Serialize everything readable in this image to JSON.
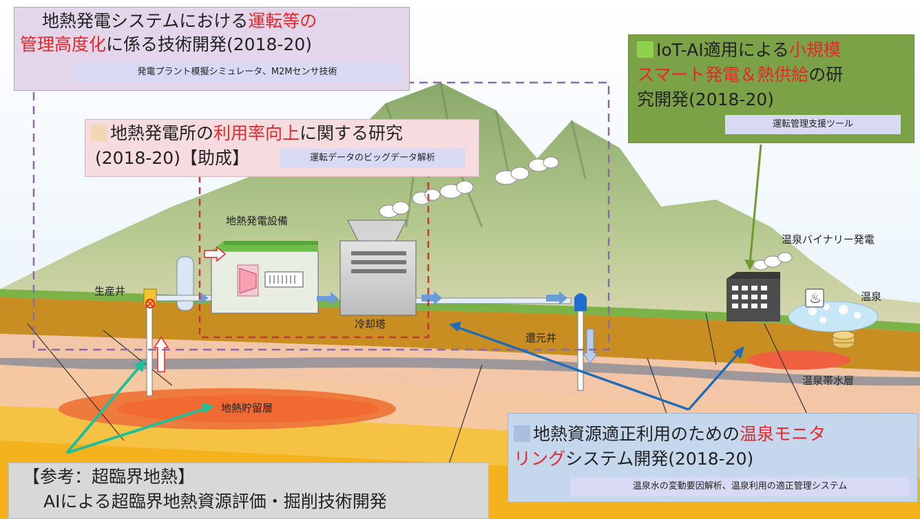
{
  "box_a": {
    "line1": "地熱発電システムにおける",
    "line1_red": "運転等の",
    "line2_red": "管理高度化",
    "line2": "に係る技術開発(2018-20)",
    "sub": "発電プラント模擬シミュレータ、M2Mセンサ技術"
  },
  "box_b": {
    "line1": "地熱発電所の",
    "line1_red": "利用率向上",
    "line1_end": "に関する研究",
    "line2": "(2018-20)【助成】",
    "sub": "運転データのビッグデータ解析"
  },
  "box_c": {
    "line1": "IoT-AI適用による",
    "line1_red": "小規模",
    "line2_red": "スマート発電＆熱供給",
    "line2": "の研",
    "line3": "究開発(2018-20)",
    "sub": "運転管理支援ツール"
  },
  "box_d": {
    "line1": "地熱資源適正利用のための",
    "line1_red": "温泉モニタ",
    "line2_red": "リング",
    "line2": "システム開発(2018-20)",
    "sub": "温泉水の変動要因解析、温泉利用の適正管理システム"
  },
  "box_e": {
    "line1": "【参考：超臨界地熱】",
    "line2": "AIによる超臨界地熱資源評価・掘削技術開発"
  },
  "labels": {
    "power_facility": "地熱発電設備",
    "production_well": "生産井",
    "cooling_tower": "冷却塔",
    "reinjection_well": "還元井",
    "reservoir": "地熱貯留層",
    "binary": "温泉バイナリー発電",
    "onsen": "温泉",
    "aquifer": "温泉帯水層"
  },
  "icons": {
    "hot_spring_symbol": "♨"
  },
  "colors": {
    "red_text": "#e8262b",
    "purple_dash": "#8a6aa8",
    "red_dash": "#c0393b",
    "green_arrow": "#6e9a2e",
    "blue_arrow": "#1f6cb8",
    "teal_arrow": "#1fbf9a"
  }
}
